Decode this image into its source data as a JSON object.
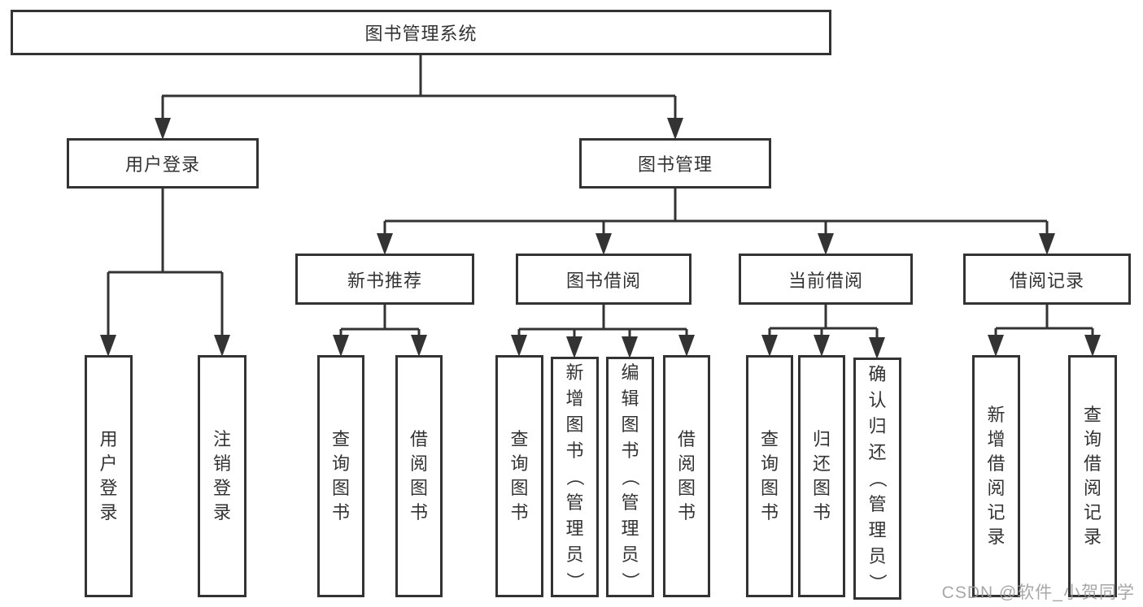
{
  "diagram": {
    "root": {
      "label": "图书管理系统"
    },
    "branches": {
      "user_login": {
        "label": "用户登录",
        "children": [
          "用户登录",
          "注销登录"
        ]
      },
      "book_management": {
        "label": "图书管理",
        "sections": {
          "new_book_recommend": {
            "label": "新书推荐",
            "children": [
              "查询图书",
              "借阅图书"
            ]
          },
          "book_borrowing": {
            "label": "图书借阅",
            "children": [
              "查询图书",
              "新增图书（管理员）",
              "编辑图书（管理员）",
              "借阅图书"
            ]
          },
          "current_borrowing": {
            "label": "当前借阅",
            "children": [
              "查询图书",
              "归还图书",
              "确认归还（管理员）"
            ]
          },
          "borrowing_records": {
            "label": "借阅记录",
            "children": [
              "新增借阅记录",
              "查询借阅记录"
            ]
          }
        }
      }
    },
    "colors": {
      "line": "#333333",
      "text": "#333333",
      "background": "#ffffff",
      "watermark": "#9b9b9b"
    }
  },
  "watermark": {
    "text": "CSDN @软件_小贺同学"
  }
}
